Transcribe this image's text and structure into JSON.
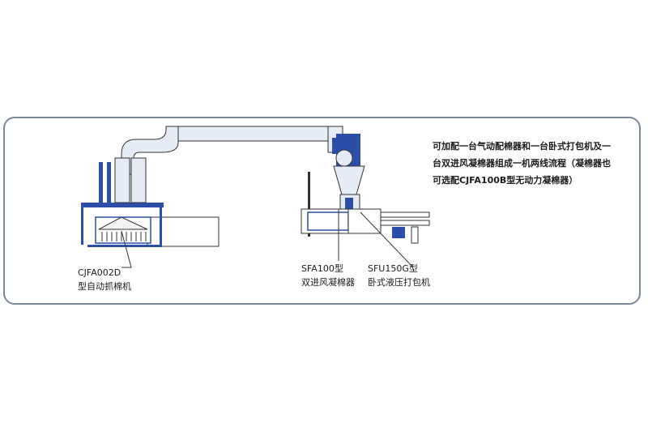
{
  "note": {
    "text": "可加配一台气动配棉器和一台卧式打包机及一台双进风凝棉器组成一机两线流程（凝棉器也可选配CJFA100B型无动力凝棉器）"
  },
  "labels": {
    "cjfa002d_model": "CJFA002D",
    "cjfa002d_name": "型自动抓棉机",
    "sfa100_model": "SFA100型",
    "sfa100_name": "双进风凝棉器",
    "sfu150_model": "SFU150G型",
    "sfu150_name": "卧式液压打包机"
  },
  "colors": {
    "blue": "#2b4fa8",
    "pipe_fill": "#e6ecf5",
    "line": "#333333",
    "frame": "#7a8a9a"
  }
}
